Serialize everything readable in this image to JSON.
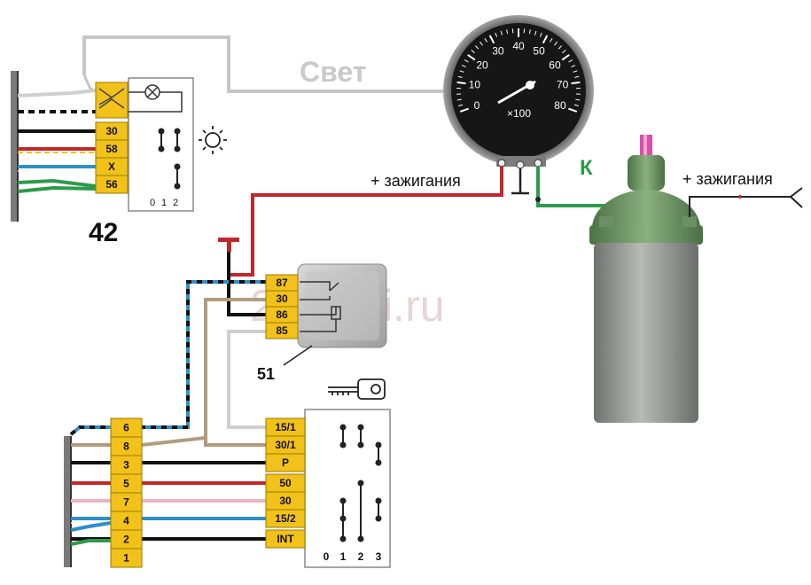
{
  "labels": {
    "light": "Свет",
    "ignition_left": "+ зажигания",
    "ignition_right": "+ зажигания",
    "k": "К",
    "block42": "42",
    "relay51": "51",
    "watermark": "2shemi.ru",
    "tach_multiplier": "×100"
  },
  "tachometer": {
    "ticks": [
      "0",
      "10",
      "20",
      "30",
      "40",
      "50",
      "60",
      "70",
      "80"
    ]
  },
  "switch42": {
    "pins": [
      "30",
      "58",
      "X",
      "56"
    ],
    "positions": [
      "0",
      "1",
      "2"
    ]
  },
  "relay": {
    "pins": [
      "87",
      "30",
      "86",
      "85"
    ]
  },
  "connector": {
    "pins": [
      "6",
      "8",
      "3",
      "5",
      "7",
      "4",
      "2",
      "1"
    ]
  },
  "ignition_switch": {
    "pins": [
      "15/1",
      "30/1",
      "P",
      "50",
      "30",
      "15/2",
      "INT"
    ],
    "positions": [
      "0",
      "1",
      "2",
      "3"
    ]
  },
  "colors": {
    "pin_fill": "#f2c21a",
    "red_wire": "#c0282b",
    "green_wire": "#2e9a4c",
    "blue_wire": "#2e8fc7",
    "brown_wire": "#b19c7d",
    "gray_wire": "#bfbfbf",
    "coil_body": "#8f9490",
    "coil_top": "#5f8a55"
  }
}
